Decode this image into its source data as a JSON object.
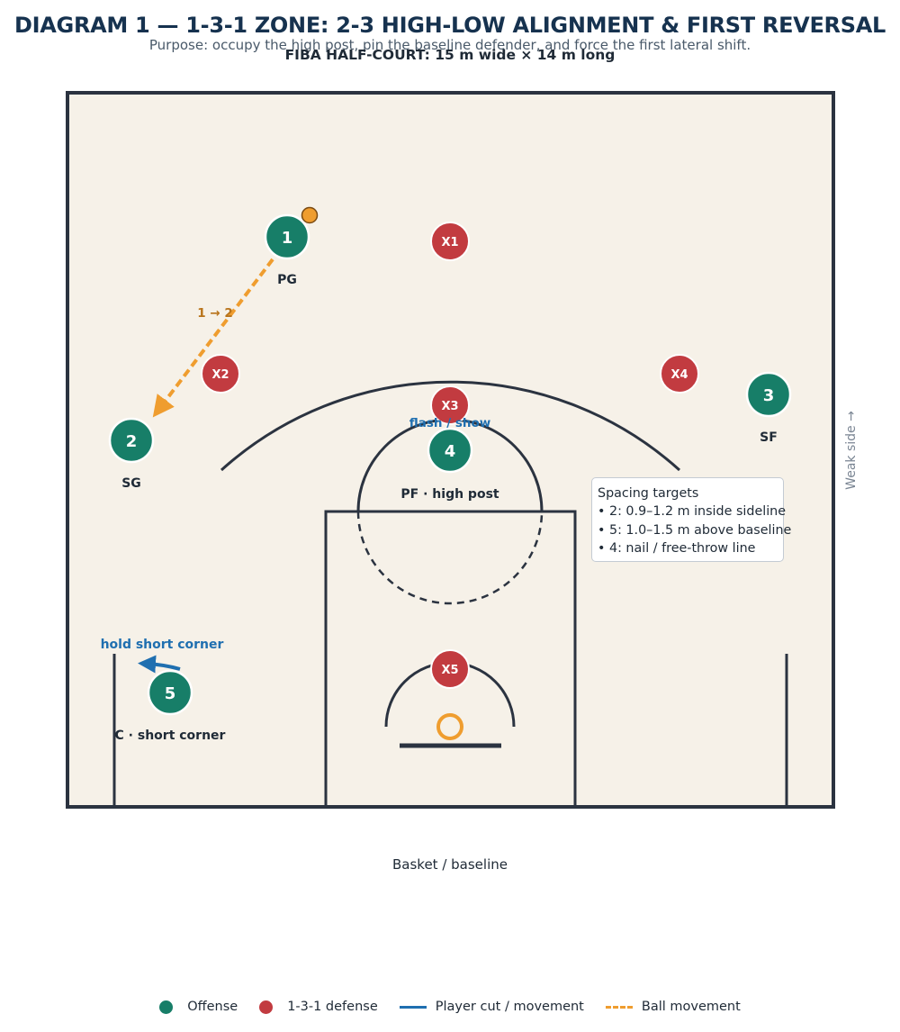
{
  "title": "DIAGRAM 1 — 1-3-1 ZONE: 2-3 HIGH-LOW ALIGNMENT & FIRST REVERSAL",
  "subtitle": "Purpose: occupy the high post, pin the baseline defender, and force the first lateral shift.",
  "court_label": "FIBA HALF-COURT: 15 m wide × 14 m long",
  "baseline_label": "Basket / baseline",
  "weak_side_label": "Weak side →",
  "colors": {
    "offense": "#177e68",
    "defense": "#c23b40",
    "cut": "#1f6fb0",
    "ball": "#ef9d2f",
    "court": "#f6f1e8",
    "lines": "#2b3340"
  },
  "offense": [
    {
      "number": "1",
      "label": "PG"
    },
    {
      "number": "2",
      "label": "SG"
    },
    {
      "number": "3",
      "label": "SF"
    },
    {
      "number": "4",
      "label": "PF · high post"
    },
    {
      "number": "5",
      "label": "C · short corner"
    }
  ],
  "defense": [
    "X1",
    "X2",
    "X3",
    "X4",
    "X5"
  ],
  "annotations": {
    "pass": "1 → 2",
    "flash": "flash / show",
    "hold": "hold short corner"
  },
  "spacing": {
    "title": "Spacing targets",
    "items": [
      "• 2: 0.9–1.2 m inside sideline",
      "• 5: 1.0–1.5 m above baseline",
      "• 4: nail / free-throw line"
    ]
  },
  "legend": [
    {
      "label": "Offense",
      "icon": "offense-dot-icon"
    },
    {
      "label": "1-3-1 defense",
      "icon": "defense-dot-icon"
    },
    {
      "label": "Player cut / movement",
      "icon": "solid-line-icon"
    },
    {
      "label": "Ball movement",
      "icon": "dashed-line-icon"
    }
  ]
}
